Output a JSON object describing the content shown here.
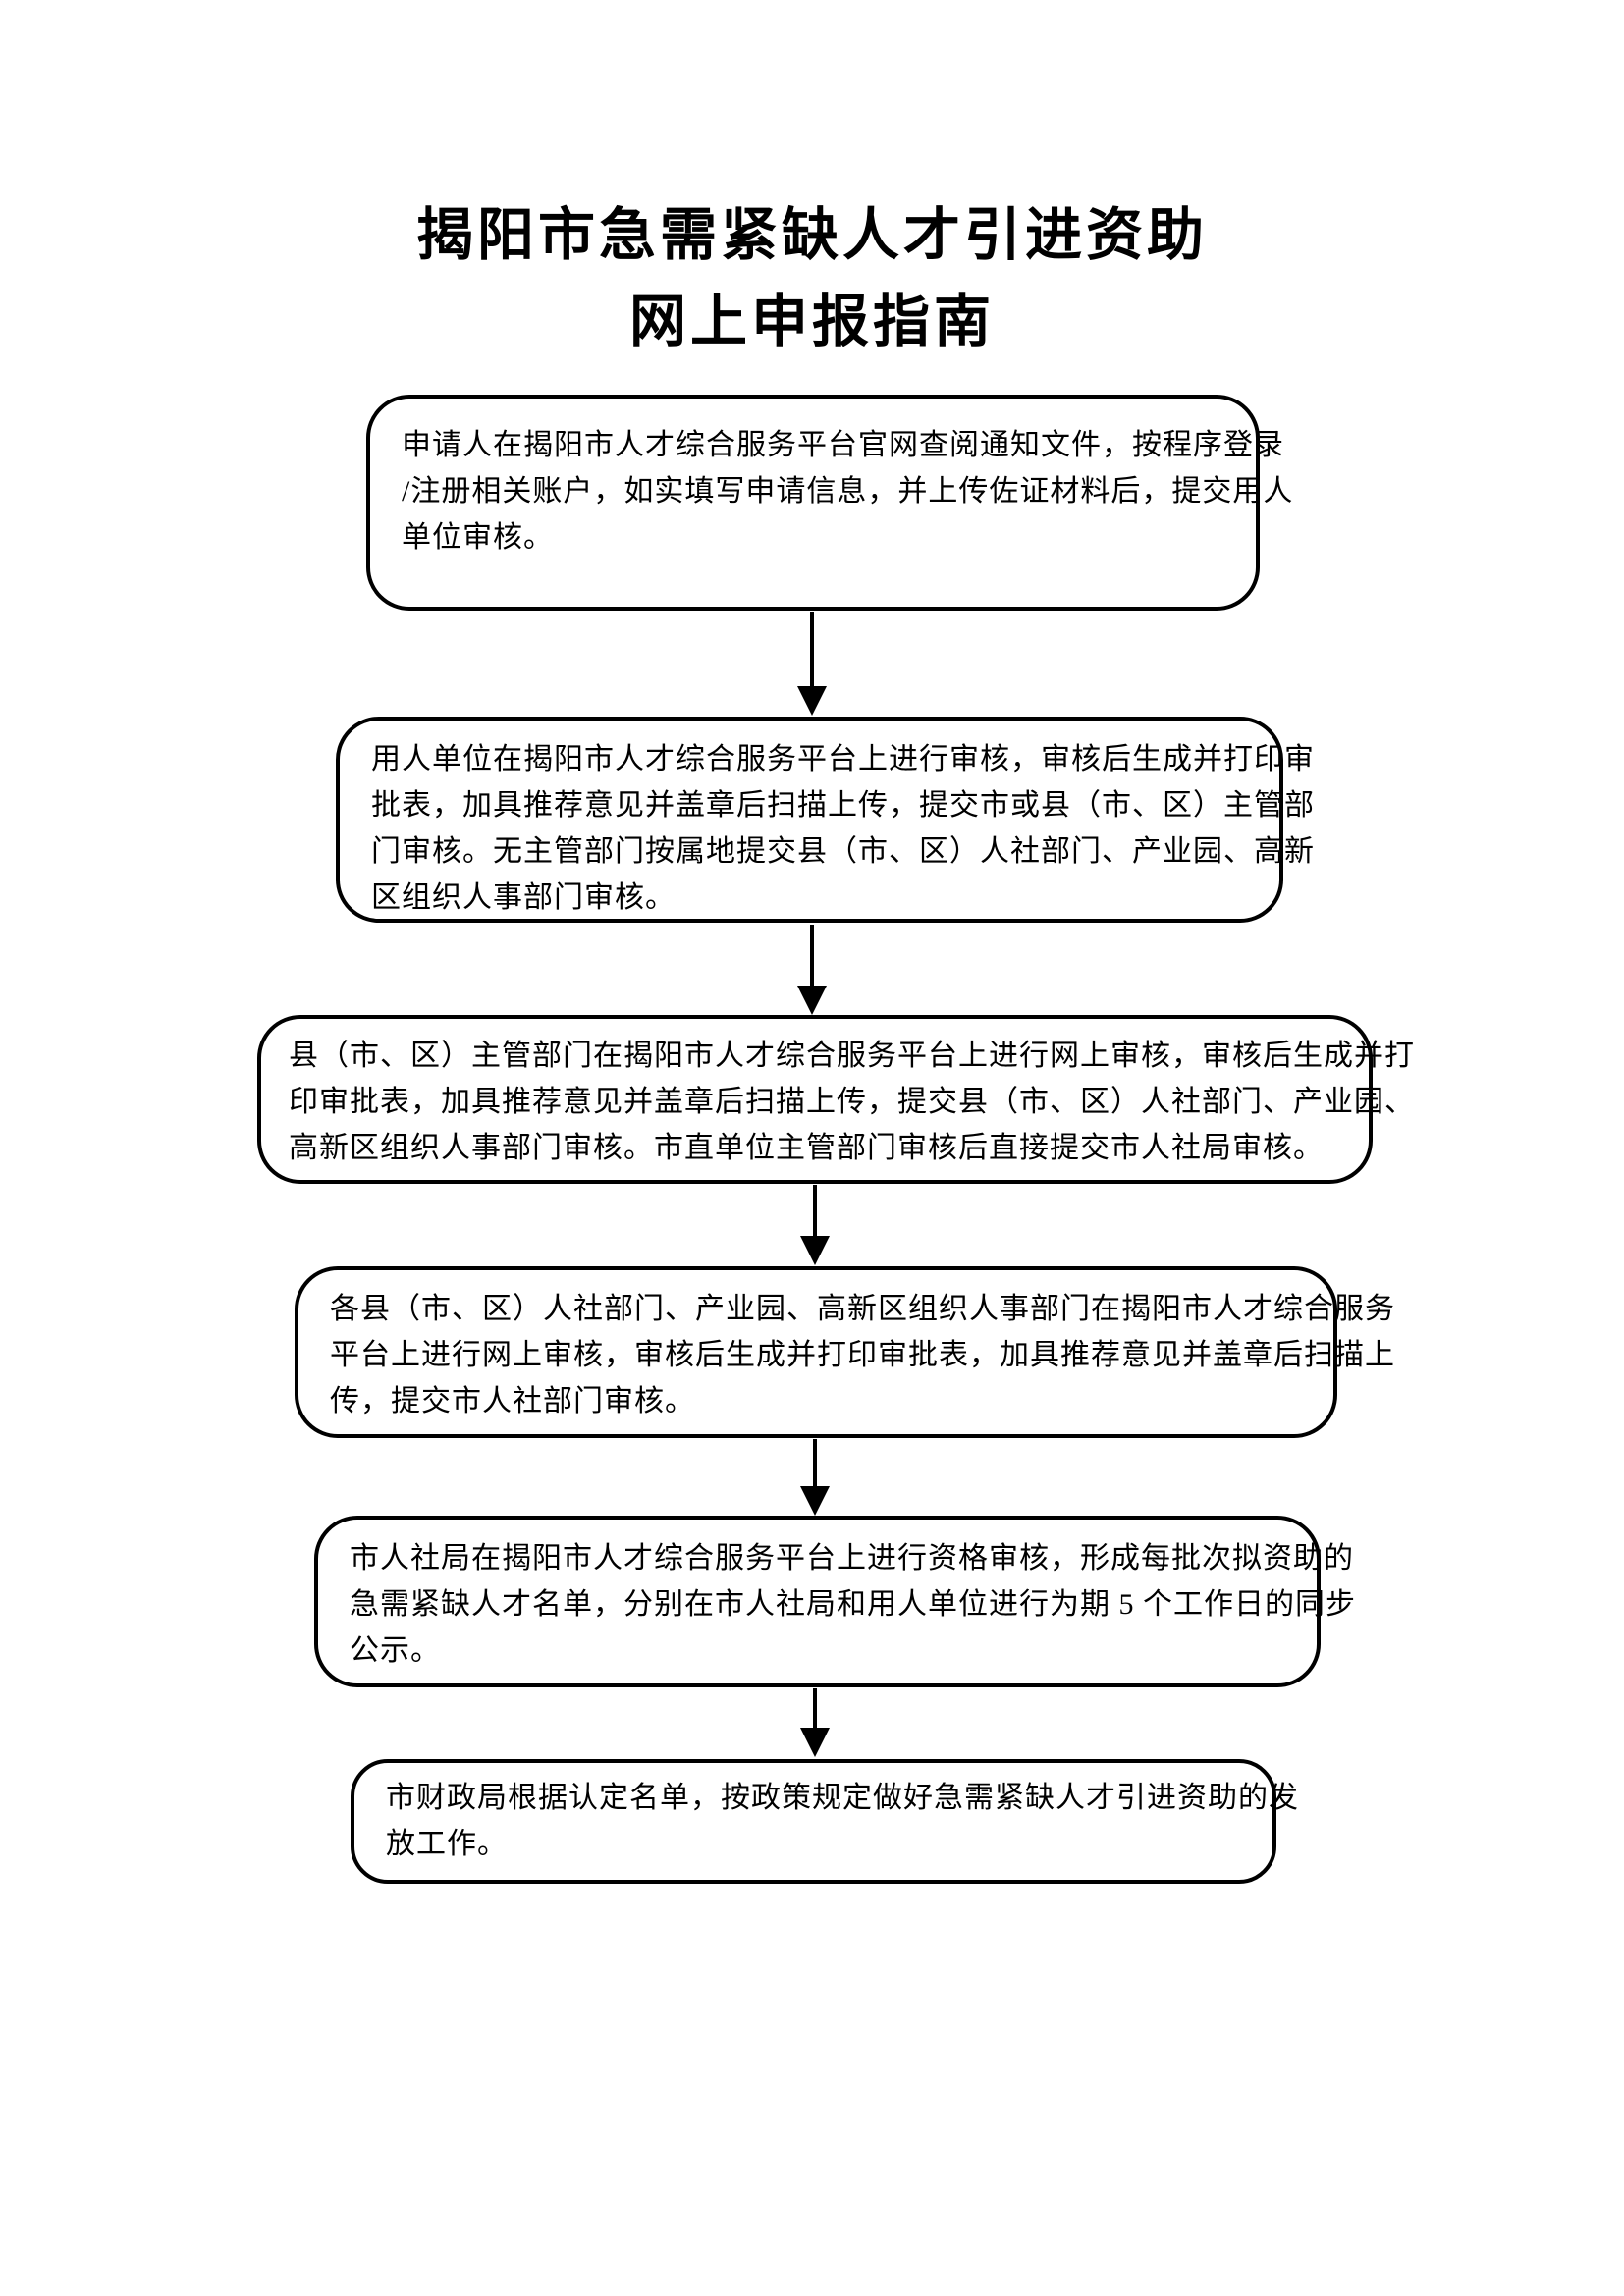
{
  "page": {
    "background_color": "#ffffff",
    "text_color": "#000000",
    "border_color": "#000000"
  },
  "title": {
    "line1": "揭阳市急需紧缺人才引进资助",
    "line2": "网上申报指南"
  },
  "flow": {
    "steps": [
      {
        "id": "applicant-submission",
        "lines": [
          "申请人在揭阳市人才综合服务平台官网查阅通知文件，按程序登录",
          "/注册相关账户，如实填写申请信息，并上传佐证材料后，提交用人",
          "单位审核。"
        ]
      },
      {
        "id": "employer-review",
        "lines": [
          "用人单位在揭阳市人才综合服务平台上进行审核，审核后生成并打印审",
          "批表，加具推荐意见并盖章后扫描上传，提交市或县（市、区）主管部",
          "门审核。无主管部门按属地提交县（市、区）人社部门、产业园、高新",
          "区组织人事部门审核。"
        ]
      },
      {
        "id": "county-competent-dept-review",
        "lines": [
          "县（市、区）主管部门在揭阳市人才综合服务平台上进行网上审核，审核后生成并打",
          "印审批表，加具推荐意见并盖章后扫描上传，提交县（市、区）人社部门、产业园、",
          "高新区组织人事部门审核。市直单位主管部门审核后直接提交市人社局审核。"
        ]
      },
      {
        "id": "county-hr-dept-review",
        "lines": [
          "各县（市、区）人社部门、产业园、高新区组织人事部门在揭阳市人才综合服务",
          "平台上进行网上审核，审核后生成并打印审批表，加具推荐意见并盖章后扫描上",
          "传，提交市人社部门审核。"
        ]
      },
      {
        "id": "city-hr-bureau-qualification-review",
        "lines": [
          "市人社局在揭阳市人才综合服务平台上进行资格审核，形成每批次拟资助的",
          "急需紧缺人才名单，分别在市人社局和用人单位进行为期 5 个工作日的同步",
          "公示。"
        ]
      },
      {
        "id": "city-finance-bureau-disbursement",
        "lines": [
          "市财政局根据认定名单，按政策规定做好急需紧缺人才引进资助的发",
          "放工作。"
        ]
      }
    ]
  }
}
